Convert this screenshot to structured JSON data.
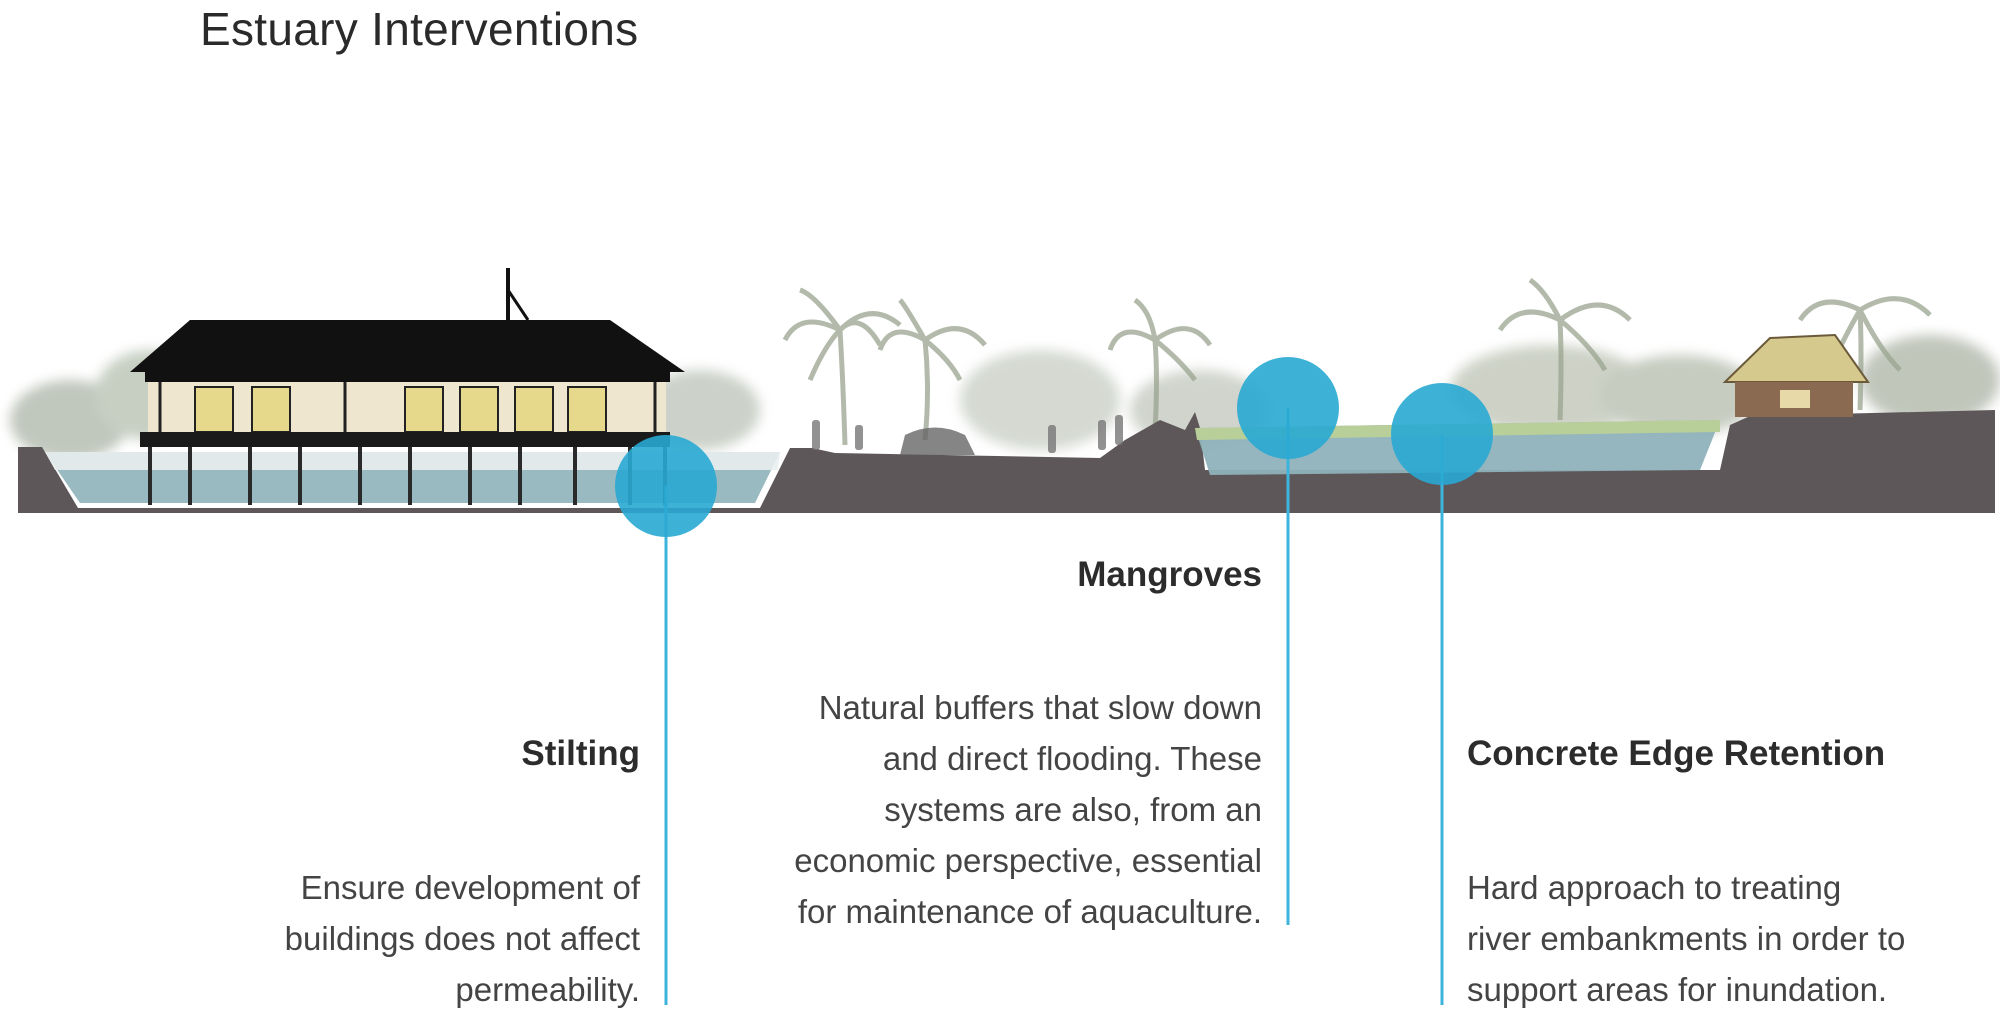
{
  "title": "Estuary Interventions",
  "colors": {
    "marker": "#29a8d3",
    "leader": "#3cb4dd",
    "ground": "#5d5759",
    "water": "#8fb2bb"
  },
  "interventions": [
    {
      "id": "stilting",
      "label": "Stilting",
      "description": [
        "Ensure development of",
        "buildings does not affect",
        "permeability."
      ]
    },
    {
      "id": "mangroves",
      "label": "Mangroves",
      "description": [
        "Natural buffers that slow down",
        "and direct flooding. These",
        "systems are also, from an",
        "economic perspective, essential",
        "for maintenance of aquaculture."
      ]
    },
    {
      "id": "concrete-edge-retention",
      "label": "Concrete Edge Retention",
      "description": [
        "Hard approach to treating",
        "river embankments in order to",
        "support areas for inundation."
      ]
    }
  ]
}
